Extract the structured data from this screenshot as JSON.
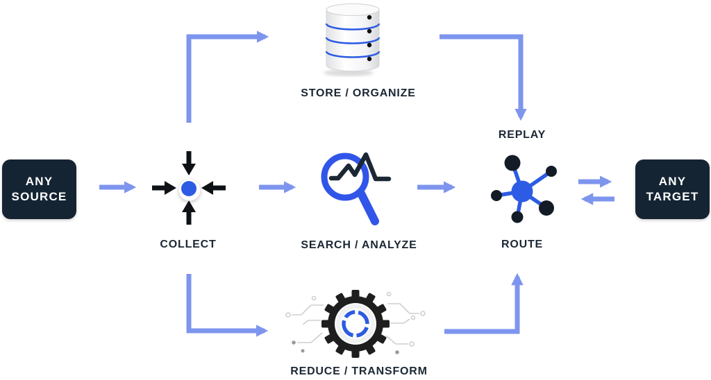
{
  "diagram": {
    "source_box": {
      "line1": "ANY",
      "line2": "SOURCE"
    },
    "target_box": {
      "line1": "ANY",
      "line2": "TARGET"
    },
    "nodes": {
      "collect": {
        "label": "COLLECT",
        "icon": "inward-arrows-collect-icon"
      },
      "store": {
        "label": "STORE / ORGANIZE",
        "icon": "database-icon"
      },
      "search": {
        "label": "SEARCH / ANALYZE",
        "icon": "magnifier-waveform-icon"
      },
      "replay": {
        "label": "REPLAY"
      },
      "route": {
        "label": "ROUTE",
        "icon": "network-hub-icon"
      },
      "reduce": {
        "label": "REDUCE / TRANSFORM",
        "icon": "gear-circuit-icon"
      }
    },
    "colors": {
      "arrow": "#7E95EE",
      "accent": "#2D5BE3",
      "ink": "#152433",
      "label": "#1B2734",
      "node-black": "#131B26",
      "trace": "#CFCFCF"
    }
  }
}
